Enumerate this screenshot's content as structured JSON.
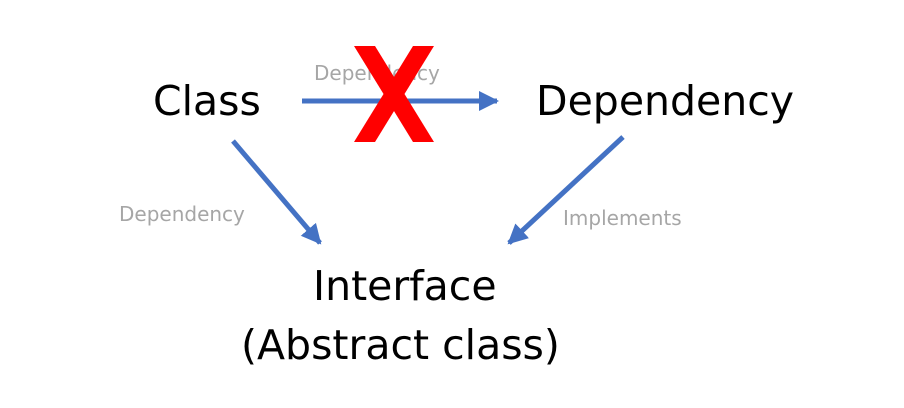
{
  "nodes": {
    "class_label": "Class",
    "dependency_label": "Dependency",
    "interface_line1": "Interface",
    "interface_line2": "(Abstract class)"
  },
  "edges": {
    "class_to_dependency": "Dependency",
    "class_to_interface": "Dependency",
    "dependency_to_interface": "Implements"
  },
  "colors": {
    "arrow": "#4472c4",
    "cross": "#ff0000",
    "edge_label": "#a6a6a6",
    "node_text": "#000000"
  },
  "icons": {
    "forbidden": "red-x-icon"
  }
}
